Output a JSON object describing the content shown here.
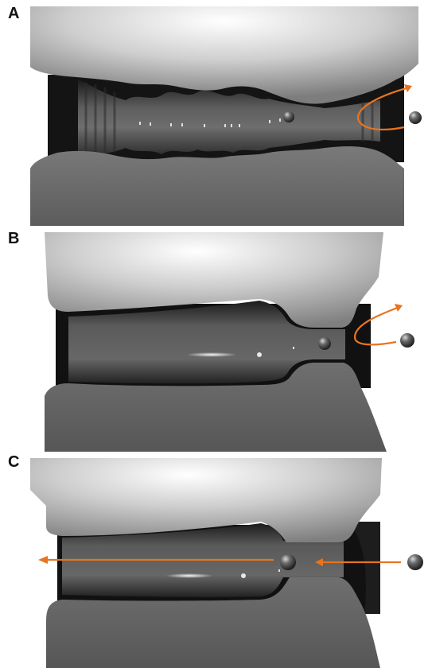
{
  "panels": [
    {
      "label": "A",
      "arrow_direction": "reflected",
      "channel": "rough-wide"
    },
    {
      "label": "B",
      "arrow_direction": "reflected",
      "channel": "narrow-entrance-closed"
    },
    {
      "label": "C",
      "arrow_direction": "transmitted",
      "channel": "narrow-entrance-open"
    }
  ],
  "colors": {
    "arrow": "#e8741e",
    "background": "#ffffff"
  }
}
